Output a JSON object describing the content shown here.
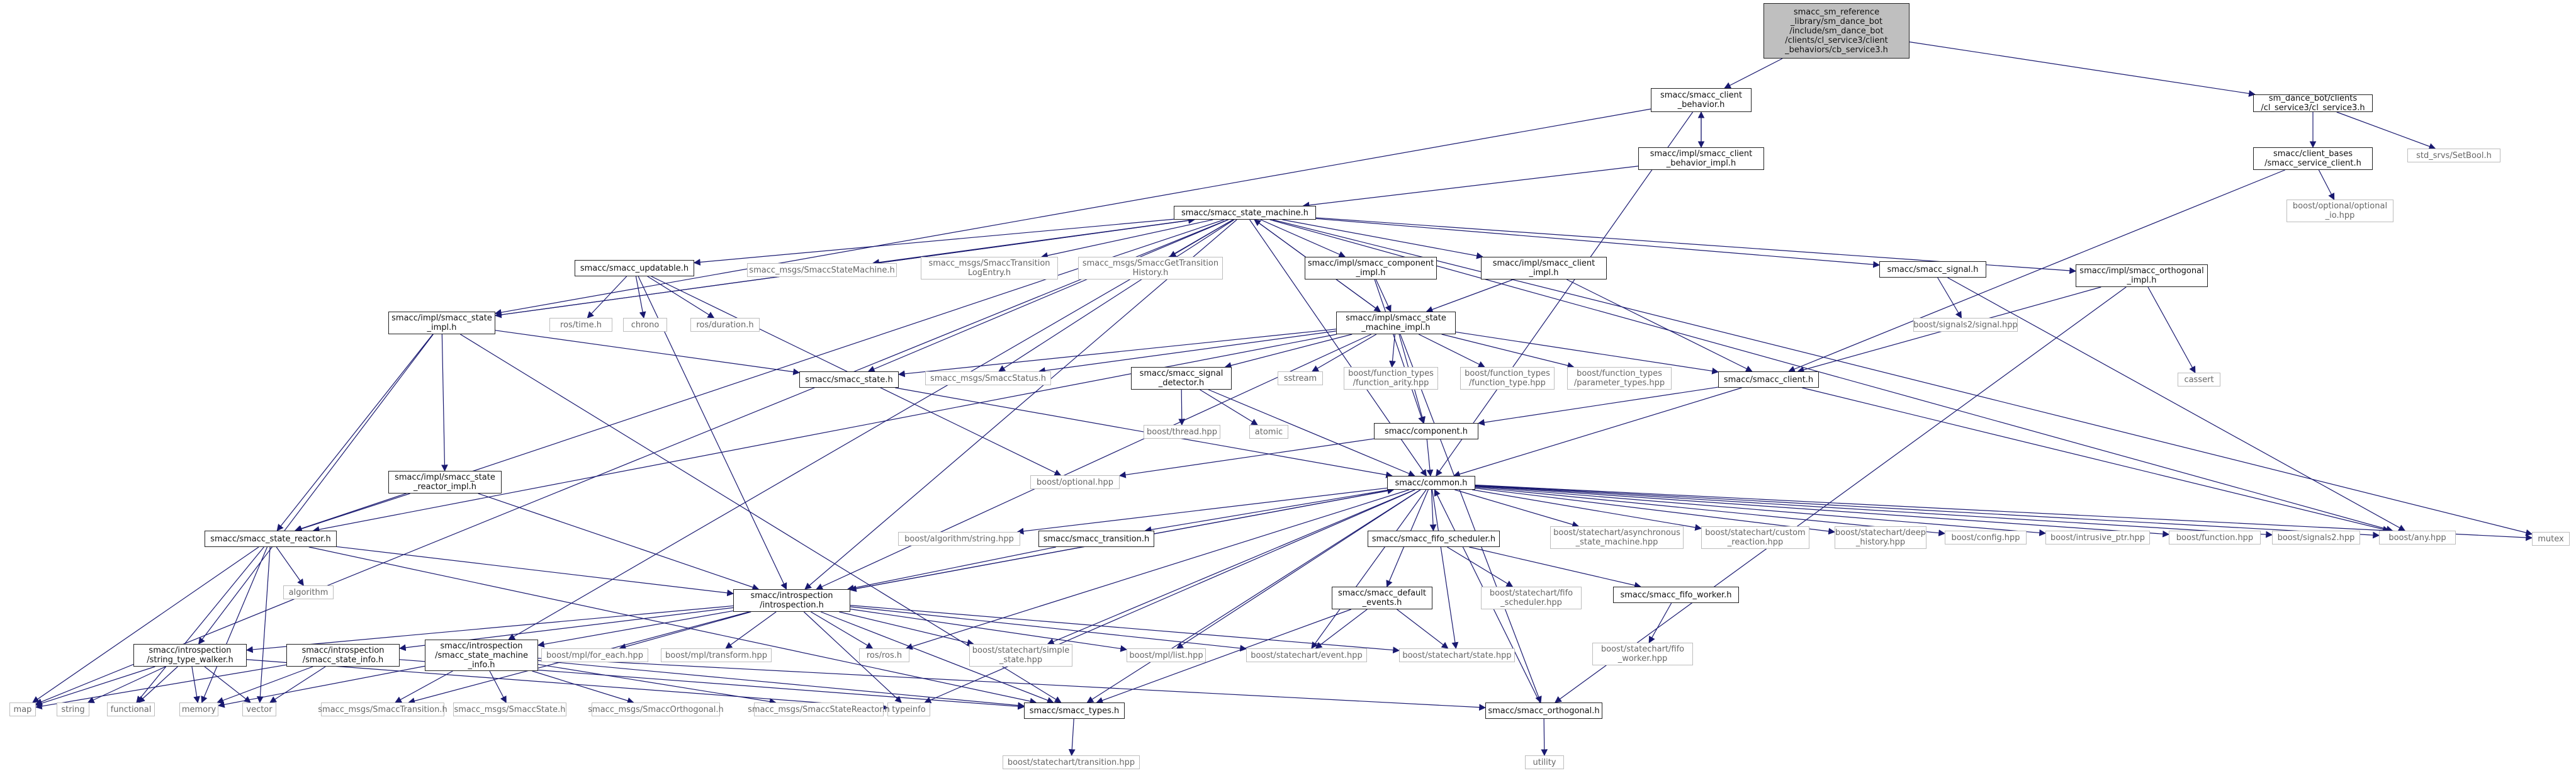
{
  "graph": {
    "edge_color": "#191970",
    "node_fill_root": "#bfbfbf",
    "node_border": "#222222",
    "ext_border": "#bdbdbd",
    "nodes": [
      {
        "id": "root",
        "label": "smacc_sm_reference\n_library/sm_dance_bot\n/include/sm_dance_bot\n/clients/cl_service3/client\n_behaviors/cb_service3.h",
        "kind": "root"
      },
      {
        "id": "client_behavior",
        "label": "smacc/smacc_client\n_behavior.h",
        "kind": "file"
      },
      {
        "id": "cl_service3",
        "label": "sm_dance_bot/clients\n/cl_service3/cl_service3.h",
        "kind": "file"
      },
      {
        "id": "client_behavior_impl",
        "label": "smacc/impl/smacc_client\n_behavior_impl.h",
        "kind": "file"
      },
      {
        "id": "service_client",
        "label": "smacc/client_bases\n/smacc_service_client.h",
        "kind": "file"
      },
      {
        "id": "setbool",
        "label": "std_srvs/SetBool.h",
        "kind": "ext"
      },
      {
        "id": "boost_optional_io",
        "label": "boost/optional/optional\n_io.hpp",
        "kind": "ext"
      },
      {
        "id": "state_machine",
        "label": "smacc/smacc_state_machine.h",
        "kind": "file"
      },
      {
        "id": "updatable",
        "label": "smacc/smacc_updatable.h",
        "kind": "file"
      },
      {
        "id": "msg_sm",
        "label": "smacc_msgs/SmaccStateMachine.h",
        "kind": "ext"
      },
      {
        "id": "msg_translog",
        "label": "smacc_msgs/SmaccTransition\nLogEntry.h",
        "kind": "ext"
      },
      {
        "id": "msg_gethist",
        "label": "smacc_msgs/SmaccGetTransition\nHistory.h",
        "kind": "ext"
      },
      {
        "id": "component_impl",
        "label": "smacc/impl/smacc_component\n_impl.h",
        "kind": "file"
      },
      {
        "id": "client_impl",
        "label": "smacc/impl/smacc_client\n_impl.h",
        "kind": "file"
      },
      {
        "id": "signal",
        "label": "smacc/smacc_signal.h",
        "kind": "file"
      },
      {
        "id": "orthogonal_impl",
        "label": "smacc/impl/smacc_orthogonal\n_impl.h",
        "kind": "file"
      },
      {
        "id": "state_impl",
        "label": "smacc/impl/smacc_state\n_impl.h",
        "kind": "file"
      },
      {
        "id": "ros_time",
        "label": "ros/time.h",
        "kind": "ext"
      },
      {
        "id": "chrono",
        "label": "chrono",
        "kind": "ext"
      },
      {
        "id": "ros_duration",
        "label": "ros/duration.h",
        "kind": "ext"
      },
      {
        "id": "sm_impl",
        "label": "smacc/impl/smacc_state\n_machine_impl.h",
        "kind": "file"
      },
      {
        "id": "signals2_signal",
        "label": "boost/signals2/signal.hpp",
        "kind": "ext"
      },
      {
        "id": "smacc_state",
        "label": "smacc/smacc_state.h",
        "kind": "file"
      },
      {
        "id": "msg_status",
        "label": "smacc_msgs/SmaccStatus.h",
        "kind": "ext"
      },
      {
        "id": "signal_detector",
        "label": "smacc/smacc_signal\n_detector.h",
        "kind": "file"
      },
      {
        "id": "sstream",
        "label": "sstream",
        "kind": "ext"
      },
      {
        "id": "ft_arity",
        "label": "boost/function_types\n/function_arity.hpp",
        "kind": "ext"
      },
      {
        "id": "ft_type",
        "label": "boost/function_types\n/function_type.hpp",
        "kind": "ext"
      },
      {
        "id": "ft_param",
        "label": "boost/function_types\n/parameter_types.hpp",
        "kind": "ext"
      },
      {
        "id": "smacc_client",
        "label": "smacc/smacc_client.h",
        "kind": "file"
      },
      {
        "id": "cassert",
        "label": "cassert",
        "kind": "ext"
      },
      {
        "id": "boost_thread",
        "label": "boost/thread.hpp",
        "kind": "ext"
      },
      {
        "id": "atomic",
        "label": "atomic",
        "kind": "ext"
      },
      {
        "id": "component",
        "label": "smacc/component.h",
        "kind": "file"
      },
      {
        "id": "state_reactor_impl",
        "label": "smacc/impl/smacc_state\n_reactor_impl.h",
        "kind": "file"
      },
      {
        "id": "boost_optional",
        "label": "boost/optional.hpp",
        "kind": "ext"
      },
      {
        "id": "common",
        "label": "smacc/common.h",
        "kind": "file"
      },
      {
        "id": "mutex",
        "label": "mutex",
        "kind": "ext"
      },
      {
        "id": "state_reactor",
        "label": "smacc/smacc_state_reactor.h",
        "kind": "file"
      },
      {
        "id": "alg_string",
        "label": "boost/algorithm/string.hpp",
        "kind": "ext"
      },
      {
        "id": "transition",
        "label": "smacc/smacc_transition.h",
        "kind": "file"
      },
      {
        "id": "fifo_scheduler",
        "label": "smacc/smacc_fifo_scheduler.h",
        "kind": "file"
      },
      {
        "id": "async_sm",
        "label": "boost/statechart/asynchronous\n_state_machine.hpp",
        "kind": "ext"
      },
      {
        "id": "custom_reaction",
        "label": "boost/statechart/custom\n_reaction.hpp",
        "kind": "ext"
      },
      {
        "id": "deep_history",
        "label": "boost/statechart/deep\n_history.hpp",
        "kind": "ext"
      },
      {
        "id": "boost_config",
        "label": "boost/config.hpp",
        "kind": "ext"
      },
      {
        "id": "intrusive_ptr",
        "label": "boost/intrusive_ptr.hpp",
        "kind": "ext"
      },
      {
        "id": "boost_function",
        "label": "boost/function.hpp",
        "kind": "ext"
      },
      {
        "id": "boost_signals2",
        "label": "boost/signals2.hpp",
        "kind": "ext"
      },
      {
        "id": "boost_any",
        "label": "boost/any.hpp",
        "kind": "ext"
      },
      {
        "id": "algorithm",
        "label": "algorithm",
        "kind": "ext"
      },
      {
        "id": "introspection",
        "label": "smacc/introspection\n/introspection.h",
        "kind": "file"
      },
      {
        "id": "fifo_sched_hpp",
        "label": "boost/statechart/fifo\n_scheduler.hpp",
        "kind": "ext"
      },
      {
        "id": "fifo_worker",
        "label": "smacc/smacc_fifo_worker.h",
        "kind": "file"
      },
      {
        "id": "default_events",
        "label": "smacc/smacc_default\n_events.h",
        "kind": "file"
      },
      {
        "id": "fifo_worker_hpp",
        "label": "boost/statechart/fifo\n_worker.hpp",
        "kind": "ext"
      },
      {
        "id": "string_type_walker",
        "label": "smacc/introspection\n/string_type_walker.h",
        "kind": "file"
      },
      {
        "id": "state_info",
        "label": "smacc/introspection\n/smacc_state_info.h",
        "kind": "file"
      },
      {
        "id": "sm_info",
        "label": "smacc/introspection\n/smacc_state_machine\n_info.h",
        "kind": "file"
      },
      {
        "id": "mpl_for_each",
        "label": "boost/mpl/for_each.hpp",
        "kind": "ext"
      },
      {
        "id": "mpl_transform",
        "label": "boost/mpl/transform.hpp",
        "kind": "ext"
      },
      {
        "id": "ros_h",
        "label": "ros/ros.h",
        "kind": "ext"
      },
      {
        "id": "simple_state",
        "label": "boost/statechart/simple\n_state.hpp",
        "kind": "ext"
      },
      {
        "id": "mpl_list",
        "label": "boost/mpl/list.hpp",
        "kind": "ext"
      },
      {
        "id": "sc_event",
        "label": "boost/statechart/event.hpp",
        "kind": "ext"
      },
      {
        "id": "sc_state",
        "label": "boost/statechart/state.hpp",
        "kind": "ext"
      },
      {
        "id": "map",
        "label": "map",
        "kind": "ext"
      },
      {
        "id": "string",
        "label": "string",
        "kind": "ext"
      },
      {
        "id": "functional",
        "label": "functional",
        "kind": "ext"
      },
      {
        "id": "memory",
        "label": "memory",
        "kind": "ext"
      },
      {
        "id": "vector",
        "label": "vector",
        "kind": "ext"
      },
      {
        "id": "typeinfo",
        "label": "typeinfo",
        "kind": "ext"
      },
      {
        "id": "msg_transition",
        "label": "smacc_msgs/SmaccTransition.h",
        "kind": "ext"
      },
      {
        "id": "msg_state",
        "label": "smacc_msgs/SmaccState.h",
        "kind": "ext"
      },
      {
        "id": "msg_orthogonal",
        "label": "smacc_msgs/SmaccOrthogonal.h",
        "kind": "ext"
      },
      {
        "id": "msg_reactor",
        "label": "smacc_msgs/SmaccStateReactor.h",
        "kind": "ext"
      },
      {
        "id": "smacc_types",
        "label": "smacc/smacc_types.h",
        "kind": "file"
      },
      {
        "id": "smacc_orthogonal",
        "label": "smacc/smacc_orthogonal.h",
        "kind": "file"
      },
      {
        "id": "sc_transition",
        "label": "boost/statechart/transition.hpp",
        "kind": "ext"
      },
      {
        "id": "utility",
        "label": "utility",
        "kind": "ext"
      }
    ],
    "edges": [
      [
        "root",
        "client_behavior"
      ],
      [
        "root",
        "cl_service3"
      ],
      [
        "client_behavior",
        "client_behavior_impl"
      ],
      [
        "client_behavior",
        "common"
      ],
      [
        "client_behavior",
        "state_impl"
      ],
      [
        "client_behavior_impl",
        "client_behavior"
      ],
      [
        "client_behavior_impl",
        "state_machine"
      ],
      [
        "cl_service3",
        "service_client"
      ],
      [
        "cl_service3",
        "setbool"
      ],
      [
        "service_client",
        "smacc_client"
      ],
      [
        "service_client",
        "boost_optional_io"
      ],
      [
        "state_machine",
        "updatable"
      ],
      [
        "state_machine",
        "msg_sm"
      ],
      [
        "state_machine",
        "msg_translog"
      ],
      [
        "state_machine",
        "msg_gethist"
      ],
      [
        "state_machine",
        "component_impl"
      ],
      [
        "state_machine",
        "client_impl"
      ],
      [
        "state_machine",
        "signal"
      ],
      [
        "state_machine",
        "orthogonal_impl"
      ],
      [
        "state_machine",
        "state_impl"
      ],
      [
        "state_machine",
        "sm_impl"
      ],
      [
        "state_machine",
        "smacc_state"
      ],
      [
        "state_machine",
        "msg_status"
      ],
      [
        "state_machine",
        "common"
      ],
      [
        "state_machine",
        "state_reactor"
      ],
      [
        "state_machine",
        "introspection"
      ],
      [
        "state_machine",
        "sm_info"
      ],
      [
        "state_machine",
        "map"
      ],
      [
        "state_machine",
        "mutex"
      ],
      [
        "state_machine",
        "boost_any"
      ],
      [
        "updatable",
        "ros_time"
      ],
      [
        "updatable",
        "chrono"
      ],
      [
        "updatable",
        "ros_duration"
      ],
      [
        "updatable",
        "boost_optional"
      ],
      [
        "updatable",
        "introspection"
      ],
      [
        "component_impl",
        "sm_impl"
      ],
      [
        "component_impl",
        "component"
      ],
      [
        "client_impl",
        "sm_impl"
      ],
      [
        "client_impl",
        "smacc_client"
      ],
      [
        "signal",
        "signals2_signal"
      ],
      [
        "signal",
        "boost_any"
      ],
      [
        "orthogonal_impl",
        "smacc_client"
      ],
      [
        "orthogonal_impl",
        "cassert"
      ],
      [
        "orthogonal_impl",
        "smacc_orthogonal"
      ],
      [
        "state_impl",
        "smacc_state"
      ],
      [
        "state_impl",
        "state_reactor_impl"
      ],
      [
        "state_impl",
        "state_reactor"
      ],
      [
        "state_impl",
        "string_type_walker"
      ],
      [
        "state_impl",
        "state_machine"
      ],
      [
        "state_impl",
        "smacc_types"
      ],
      [
        "sm_impl",
        "smacc_state"
      ],
      [
        "sm_impl",
        "msg_status"
      ],
      [
        "sm_impl",
        "signal_detector"
      ],
      [
        "sm_impl",
        "sstream"
      ],
      [
        "sm_impl",
        "ft_arity"
      ],
      [
        "sm_impl",
        "ft_type"
      ],
      [
        "sm_impl",
        "ft_param"
      ],
      [
        "sm_impl",
        "smacc_client"
      ],
      [
        "sm_impl",
        "component"
      ],
      [
        "sm_impl",
        "state_reactor"
      ],
      [
        "sm_impl",
        "introspection"
      ],
      [
        "sm_impl",
        "state_machine"
      ],
      [
        "sm_impl",
        "smacc_orthogonal"
      ],
      [
        "smacc_state",
        "common"
      ],
      [
        "signal_detector",
        "boost_thread"
      ],
      [
        "signal_detector",
        "atomic"
      ],
      [
        "signal_detector",
        "common"
      ],
      [
        "smacc_client",
        "component"
      ],
      [
        "smacc_client",
        "common"
      ],
      [
        "smacc_client",
        "boost_any"
      ],
      [
        "component",
        "common"
      ],
      [
        "component",
        "boost_optional"
      ],
      [
        "state_reactor_impl",
        "state_reactor"
      ],
      [
        "state_reactor_impl",
        "introspection"
      ],
      [
        "common",
        "mutex"
      ],
      [
        "common",
        "alg_string"
      ],
      [
        "common",
        "transition"
      ],
      [
        "common",
        "fifo_scheduler"
      ],
      [
        "common",
        "async_sm"
      ],
      [
        "common",
        "custom_reaction"
      ],
      [
        "common",
        "deep_history"
      ],
      [
        "common",
        "boost_config"
      ],
      [
        "common",
        "intrusive_ptr"
      ],
      [
        "common",
        "boost_function"
      ],
      [
        "common",
        "boost_signals2"
      ],
      [
        "common",
        "boost_any"
      ],
      [
        "common",
        "introspection"
      ],
      [
        "common",
        "default_events"
      ],
      [
        "common",
        "smacc_types"
      ],
      [
        "common",
        "sc_event"
      ],
      [
        "common",
        "sc_state"
      ],
      [
        "common",
        "ros_h"
      ],
      [
        "common",
        "simple_state"
      ],
      [
        "common",
        "mpl_list"
      ],
      [
        "common",
        "typeinfo"
      ],
      [
        "state_reactor",
        "algorithm"
      ],
      [
        "state_reactor",
        "introspection"
      ],
      [
        "state_reactor",
        "map"
      ],
      [
        "state_reactor",
        "memory"
      ],
      [
        "state_reactor",
        "vector"
      ],
      [
        "state_reactor",
        "functional"
      ],
      [
        "state_reactor",
        "smacc_types"
      ],
      [
        "transition",
        "introspection"
      ],
      [
        "fifo_scheduler",
        "fifo_sched_hpp"
      ],
      [
        "fifo_scheduler",
        "fifo_worker"
      ],
      [
        "fifo_worker",
        "fifo_worker_hpp"
      ],
      [
        "default_events",
        "sc_event"
      ],
      [
        "default_events",
        "sc_state"
      ],
      [
        "default_events",
        "smacc_types"
      ],
      [
        "introspection",
        "string_type_walker"
      ],
      [
        "introspection",
        "state_info"
      ],
      [
        "introspection",
        "sm_info"
      ],
      [
        "introspection",
        "mpl_for_each"
      ],
      [
        "introspection",
        "mpl_transform"
      ],
      [
        "introspection",
        "ros_h"
      ],
      [
        "introspection",
        "simple_state"
      ],
      [
        "introspection",
        "mpl_list"
      ],
      [
        "introspection",
        "sc_event"
      ],
      [
        "introspection",
        "sc_state"
      ],
      [
        "introspection",
        "typeinfo"
      ],
      [
        "introspection",
        "msg_transition"
      ],
      [
        "introspection",
        "smacc_types"
      ],
      [
        "introspection",
        "common"
      ],
      [
        "string_type_walker",
        "map"
      ],
      [
        "string_type_walker",
        "string"
      ],
      [
        "string_type_walker",
        "memory"
      ],
      [
        "string_type_walker",
        "vector"
      ],
      [
        "string_type_walker",
        "typeinfo"
      ],
      [
        "string_type_walker",
        "functional"
      ],
      [
        "state_info",
        "memory"
      ],
      [
        "state_info",
        "vector"
      ],
      [
        "state_info",
        "map"
      ],
      [
        "state_info",
        "smacc_types"
      ],
      [
        "sm_info",
        "msg_transition"
      ],
      [
        "sm_info",
        "msg_state"
      ],
      [
        "sm_info",
        "msg_orthogonal"
      ],
      [
        "sm_info",
        "msg_reactor"
      ],
      [
        "sm_info",
        "smacc_types"
      ],
      [
        "sm_info",
        "memory"
      ],
      [
        "sm_info",
        "smacc_orthogonal"
      ],
      [
        "smacc_types",
        "sc_transition"
      ],
      [
        "smacc_orthogonal",
        "utility"
      ],
      [
        "smacc_orthogonal",
        "common"
      ]
    ]
  }
}
